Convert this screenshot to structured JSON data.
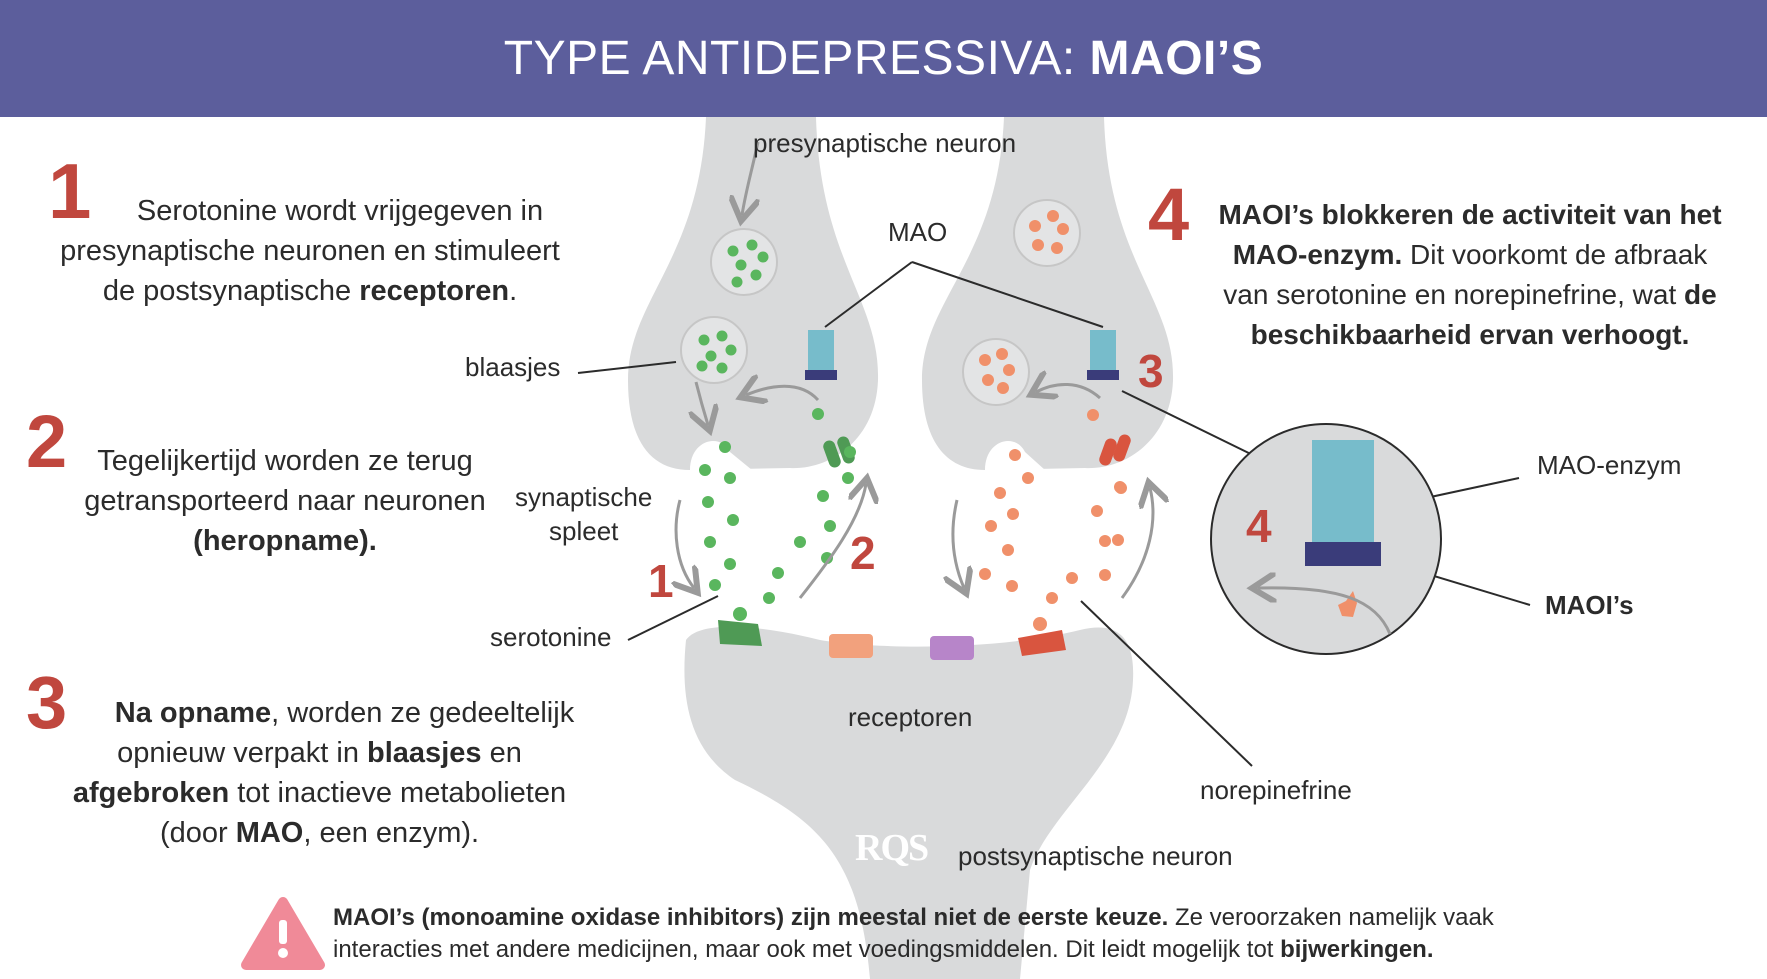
{
  "header": {
    "title_prefix": "TYPE ANTIDEPRESSIVA: ",
    "title_bold": "MAOI’S"
  },
  "steps": {
    "s1": {
      "number": "1",
      "text_a": "Serotonine wordt vrijgegeven in",
      "text_b": "presynaptische neuronen en stimuleert",
      "text_c": "de postsynaptische ",
      "text_c_bold": "receptoren",
      "text_c_end": "."
    },
    "s2": {
      "number": "2",
      "text_a": "Tegelijkertijd worden ze terug",
      "text_b": "getransporteerd naar neuronen",
      "text_c_bold": "(heropname)."
    },
    "s3": {
      "number": "3",
      "l1_bold": "Na opname",
      "l1": ", worden ze gedeeltelijk",
      "l2": "opnieuw verpakt in ",
      "l2_bold": "blaasjes",
      "l2_end": " en",
      "l3_bold": "afgebroken",
      "l3": " tot inactieve metabolieten",
      "l4": "(door ",
      "l4_bold": "MAO",
      "l4_end": ", een enzym)."
    },
    "s4": {
      "number": "4",
      "l1_bold": "MAOI’s blokkeren de activiteit van het",
      "l2_bold": "MAO-enzym.",
      "l2": " Dit voorkomt de afbraak",
      "l3": "van serotonine en norepinefrine, wat ",
      "l3_bold": "de",
      "l4_bold": "beschikbaarheid ervan verhoogt."
    }
  },
  "labels": {
    "presynaptic": "presynaptische neuron",
    "mao": "MAO",
    "vesicles": "blaasjes",
    "cleft_a": "synaptische",
    "cleft_b": "spleet",
    "serotonin": "serotonine",
    "receptors": "receptoren",
    "norepinephrine": "norepinefrine",
    "postsynaptic": "postsynaptische neuron",
    "mao_enzyme": "MAO-enzym",
    "maois": "MAOI’s"
  },
  "diagram_numbers": {
    "n1": "1",
    "n2": "2",
    "n3": "3",
    "n4": "4"
  },
  "footer": {
    "bold": "MAOI’s (monoamine oxidase inhibitors) zijn meestal niet de eerste keuze.",
    "text": " Ze veroorzaken namelijk vaak interacties met andere medicijnen, maar ook met voedingsmiddelen. Dit leidt mogelijk tot ",
    "bold_end": "bijwerkingen."
  },
  "logo": {
    "text": "RQS"
  },
  "colors": {
    "header": "#5c5e9c",
    "accent_number": "#c0473e",
    "neuron": "#d9dadb",
    "serotonin": "#5ab65e",
    "norepinephrine": "#f0906a",
    "mao": "#77bccb",
    "maoi": "#3a3c7a",
    "receptor_green": "#4f9a55",
    "receptor_orange": "#f2a17d",
    "receptor_purple": "#b785c9",
    "receptor_red": "#d9553f",
    "warning": "#f08a98"
  }
}
